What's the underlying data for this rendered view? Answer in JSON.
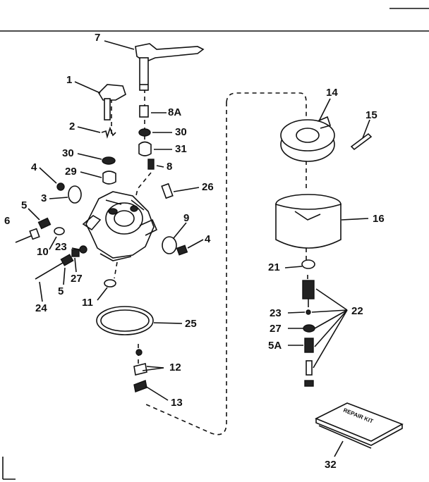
{
  "labels": {
    "p1": "1",
    "p2": "2",
    "p3": "3",
    "p4a": "4",
    "p4b": "4",
    "p5a": "5",
    "p5b": "5",
    "p5A": "5A",
    "p6": "6",
    "p7": "7",
    "p8": "8",
    "p8A": "8A",
    "p9": "9",
    "p10": "10",
    "p11": "11",
    "p12": "12",
    "p13": "13",
    "p14": "14",
    "p15": "15",
    "p16": "16",
    "p21": "21",
    "p22": "22",
    "p23a": "23",
    "p23b": "23",
    "p24": "24",
    "p25": "25",
    "p26": "26",
    "p27a": "27",
    "p27b": "27",
    "p29": "29",
    "p30a": "30",
    "p30b": "30",
    "p31": "31",
    "p32": "32"
  },
  "repair_kit_text": "REPAIR KIT"
}
